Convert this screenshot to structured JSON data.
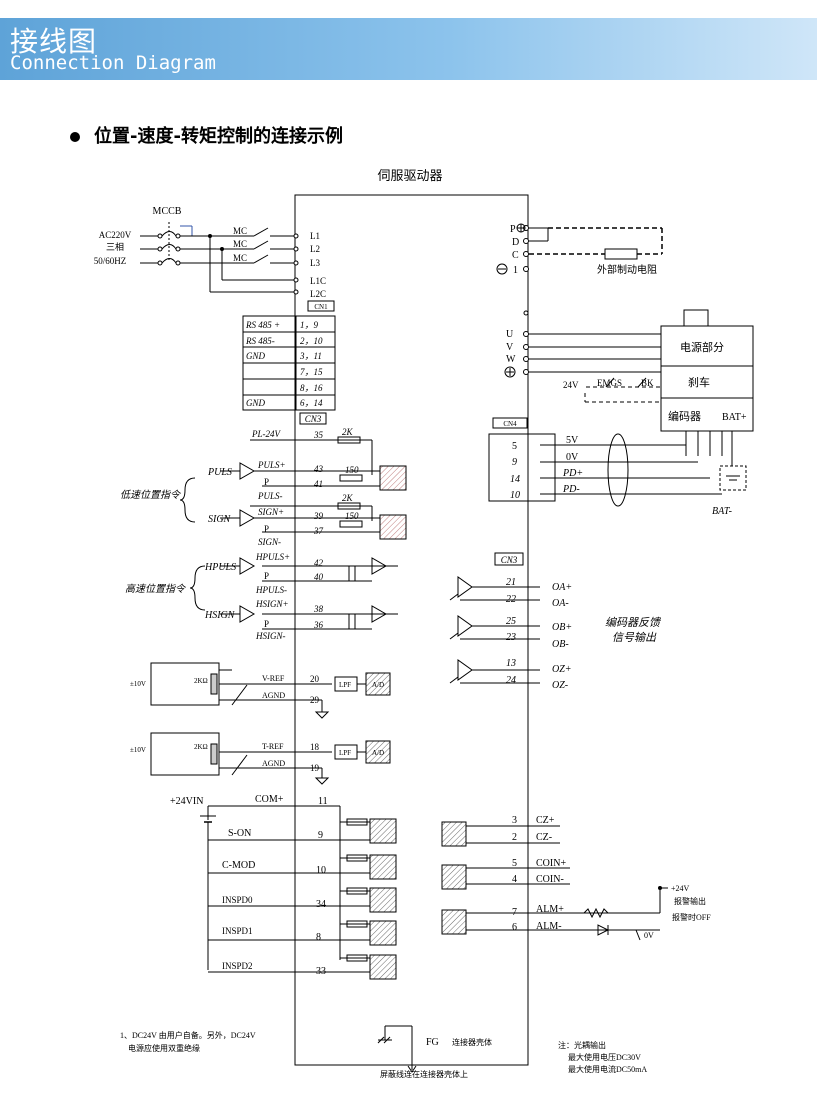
{
  "header": {
    "title_zh": "接线图",
    "title_en": "Connection Diagram"
  },
  "section": {
    "title": "位置-速度-转矩控制的连接示例"
  },
  "driver": {
    "title": "伺服驱动器"
  },
  "power": {
    "mccb": "MCCB",
    "supply": [
      "AC220V",
      "三相",
      "50/60HZ"
    ],
    "mc": [
      "MC",
      "MC",
      "MC"
    ],
    "terminals": [
      "L1",
      "L2",
      "L3",
      "L1C",
      "L2C"
    ],
    "cn1": "CN1"
  },
  "rs485": {
    "rows": [
      [
        "RS 485 +",
        "1，9"
      ],
      [
        "RS 485-",
        "2，10"
      ],
      [
        "GND",
        "3，11"
      ],
      [
        "",
        "7，15"
      ],
      [
        "",
        "8，16"
      ],
      [
        "GND",
        "6，14"
      ]
    ]
  },
  "brake": {
    "terminals": [
      "P",
      "D",
      "C",
      "1"
    ],
    "resistor": "外部制动电阻"
  },
  "motor": {
    "terminals": [
      "U",
      "V",
      "W"
    ],
    "power_label": "电源部分",
    "brake_label": "刹车",
    "encoder_label": "编码器",
    "bat_plus": "BAT+",
    "bat_minus": "BAT-",
    "brake_circuit": [
      "24V",
      "EMGS",
      "BK"
    ]
  },
  "cn4": {
    "label": "CN4",
    "pins": [
      "5",
      "9",
      "14",
      "10"
    ],
    "signals": [
      "5V",
      "0V",
      "PD+",
      "PD-"
    ]
  },
  "cn3": {
    "label": "CN3",
    "label2": "CN3",
    "pl": "PL-24V",
    "pl_pin": "35",
    "r2k": "2K",
    "r150": "150",
    "low_speed": "低速位置指令",
    "high_speed": "高速位置指令",
    "puls": "PULS",
    "sign": "SIGN",
    "hpuls": "HPULS",
    "hsign": "HSIGN",
    "pulse_rows": [
      [
        "PULS+",
        "43"
      ],
      [
        "PULS-",
        "41"
      ],
      [
        "SIGN+",
        "39"
      ],
      [
        "SIGN-",
        "37"
      ],
      [
        "HPULS+",
        "42"
      ],
      [
        "HPULS-",
        "40"
      ],
      [
        "HSIGN+",
        "38"
      ],
      [
        "HSIGN-",
        "36"
      ]
    ],
    "p_mark": "P"
  },
  "feedback": {
    "title_line1": "编码器反馈",
    "title_line2": "信号输出",
    "rows": [
      [
        "21",
        "OA+"
      ],
      [
        "22",
        "OA-"
      ],
      [
        "25",
        "OB+"
      ],
      [
        "23",
        "OB-"
      ],
      [
        "13",
        "OZ+"
      ],
      [
        "24",
        "OZ-"
      ]
    ]
  },
  "analog": {
    "v10": "±10V",
    "pot": "2KΩ",
    "vref": "V-REF",
    "agnd": "AGND",
    "tref": "T-REF",
    "lpf": "LPF",
    "ad": "A/D",
    "pins": [
      "20",
      "29",
      "18",
      "19"
    ]
  },
  "io": {
    "vin": "+24VIN",
    "com": "COM+",
    "com_pin": "11",
    "inputs": [
      [
        "S-ON",
        "9"
      ],
      [
        "C-MOD",
        "10"
      ],
      [
        "INSPD0",
        "34"
      ],
      [
        "INSPD1",
        "8"
      ],
      [
        "INSPD2",
        "33"
      ]
    ]
  },
  "outputs": {
    "rows": [
      [
        "3",
        "CZ+"
      ],
      [
        "2",
        "CZ-"
      ],
      [
        "5",
        "COIN+"
      ],
      [
        "4",
        "COIN-"
      ],
      [
        "7",
        "ALM+"
      ],
      [
        "6",
        "ALM-"
      ]
    ],
    "p24": "+24V",
    "alarm_out": "报警输出",
    "alarm_off": "报警时OFF",
    "zero": "0V"
  },
  "footer": {
    "fg": "FG",
    "shell": "连接器壳体",
    "shield": "屏蔽线连在连接器壳体上",
    "note1": "1、DC24V 由用户自备。另外，DC24V",
    "note2": "电源应使用双重绝缘",
    "note3": "注：光耦输出",
    "note4": "最大使用电压DC30V",
    "note5": "最大使用电流DC50mA"
  }
}
